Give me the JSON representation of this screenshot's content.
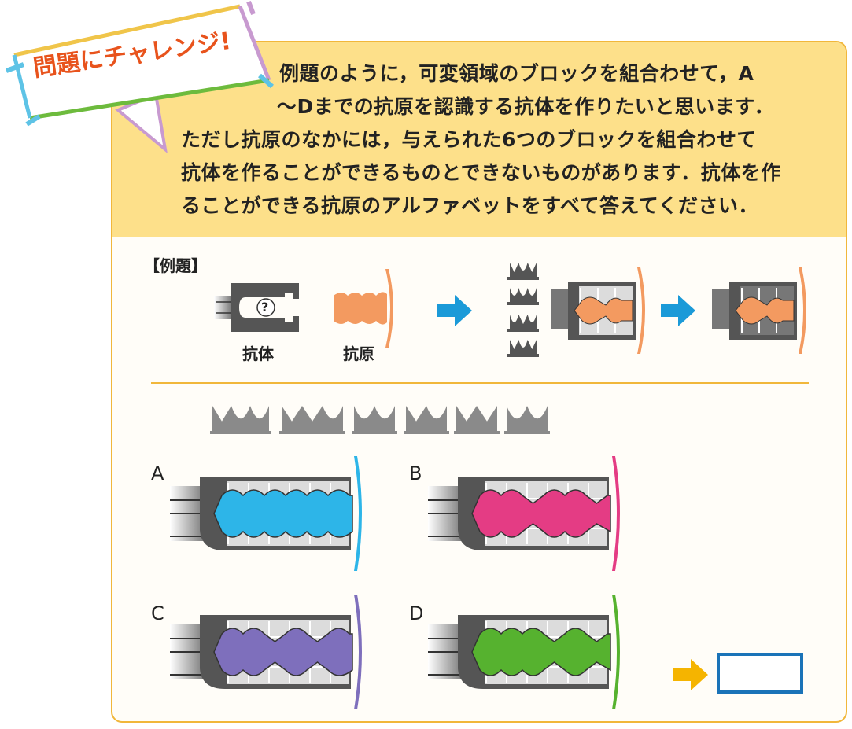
{
  "header": {
    "badge_text": "問題にチャレンジ!"
  },
  "question": {
    "lines": [
      "例題のように，可変領域のブロックを組合わせて，A",
      "～Dまでの抗原を認識する抗体を作りたいと思います．",
      "ただし抗原のなかには，与えられた6つのブロックを組合わせて",
      "抗体を作ることができるものとできないものがあります．抗体を作",
      "ることができる抗原のアルファベットをすべて答えてください．"
    ]
  },
  "example": {
    "title": "【例題】",
    "antibody_label": "抗体",
    "antigen_label": "抗原",
    "question_mark": "?"
  },
  "options": [
    {
      "letter": "A",
      "color": "#2db5e8",
      "edge_color": "#4cc3ee"
    },
    {
      "letter": "B",
      "color": "#e43c84",
      "edge_color": "#e85a96"
    },
    {
      "letter": "C",
      "color": "#7e6fbc",
      "edge_color": "#8a7dc4"
    },
    {
      "letter": "D",
      "color": "#56b22f",
      "edge_color": "#63bd3a"
    }
  ],
  "colors": {
    "accent_border": "#f1b73b",
    "banner": "#fde08a",
    "arrow_blue": "#1b9ad8",
    "arrow_orange": "#f5b400",
    "answer_border": "#1a73b8",
    "antigen_example": "#f39a60"
  }
}
